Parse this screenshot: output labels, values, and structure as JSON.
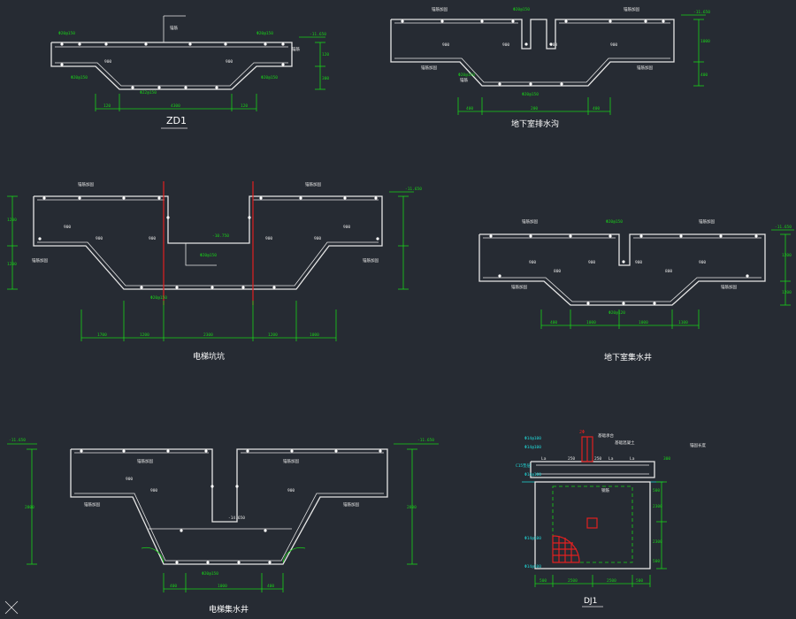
{
  "drawings": {
    "zd1": {
      "title": "ZD1",
      "rebar": [
        "Φ20@150",
        "Φ20@150",
        "Φ20@150",
        "Φ20@150",
        "Φ22@150"
      ],
      "dims": [
        "900",
        "900",
        "120",
        "4300",
        "120",
        "120",
        "300"
      ],
      "level": "-11.650",
      "tags": [
        "锚筋",
        "锚筋"
      ]
    },
    "drain": {
      "title": "地下室排水沟",
      "rebar": [
        "Φ20@150",
        "Φ20@150",
        "Φ20@150"
      ],
      "dims": [
        "900",
        "900",
        "900",
        "900",
        "400",
        "400",
        "200",
        "1000",
        "400"
      ],
      "level": "-11.650",
      "tags": [
        "锚筋加固",
        "锚筋加固",
        "锚筋加固",
        "锚筋加固",
        "锚筋"
      ]
    },
    "pit": {
      "title": "电梯坑坑",
      "rebar": [
        "Φ20@150",
        "Φ20@150"
      ],
      "dims": [
        "900",
        "900",
        "900",
        "900",
        "900",
        "900",
        "1700",
        "1200",
        "2300",
        "1200",
        "1000",
        "1200",
        "1200"
      ],
      "level": "-11.650",
      "level2": "-10.750",
      "tags": [
        "锚筋加固",
        "锚筋加固",
        "锚筋加固",
        "锚筋加固"
      ]
    },
    "sump": {
      "title": "地下室集水井",
      "rebar": [
        "Φ20@150",
        "Φ20@120"
      ],
      "dims": [
        "900",
        "900",
        "900",
        "900",
        "800",
        "800",
        "400",
        "1000",
        "1000",
        "1100",
        "1200",
        "1200"
      ],
      "level": "-11.650",
      "tags": [
        "锚筋加固",
        "锚筋加固",
        "锚筋加固",
        "锚筋加固"
      ]
    },
    "lift_sump": {
      "title": "电梯集水井",
      "rebar": [
        "Φ20@150"
      ],
      "dims": [
        "900",
        "900",
        "900",
        "400",
        "1000",
        "400",
        "2800",
        "2800"
      ],
      "level": "-11.650",
      "level2": "-11.650",
      "level3": "-14.650",
      "tags": [
        "锚筋加固",
        "锚筋加固",
        "锚筋加固",
        "锚筋加固"
      ]
    },
    "dj1": {
      "title": "DJ1",
      "rebar": [
        "Φ14@100",
        "Φ14@100",
        "Φ14@100",
        "Φ14@100",
        "Φ14@100"
      ],
      "dims": [
        "500",
        "2500",
        "2500",
        "500",
        "300",
        "500",
        "2300",
        "2300",
        "500",
        "250",
        "250"
      ],
      "labels": [
        "La",
        "La",
        "La",
        "C15垫层",
        "基础承台",
        "钢筋",
        "基础混凝土",
        "锚固长度"
      ],
      "red": "2Φ"
    }
  },
  "icons": [
    "ucs-icon"
  ]
}
